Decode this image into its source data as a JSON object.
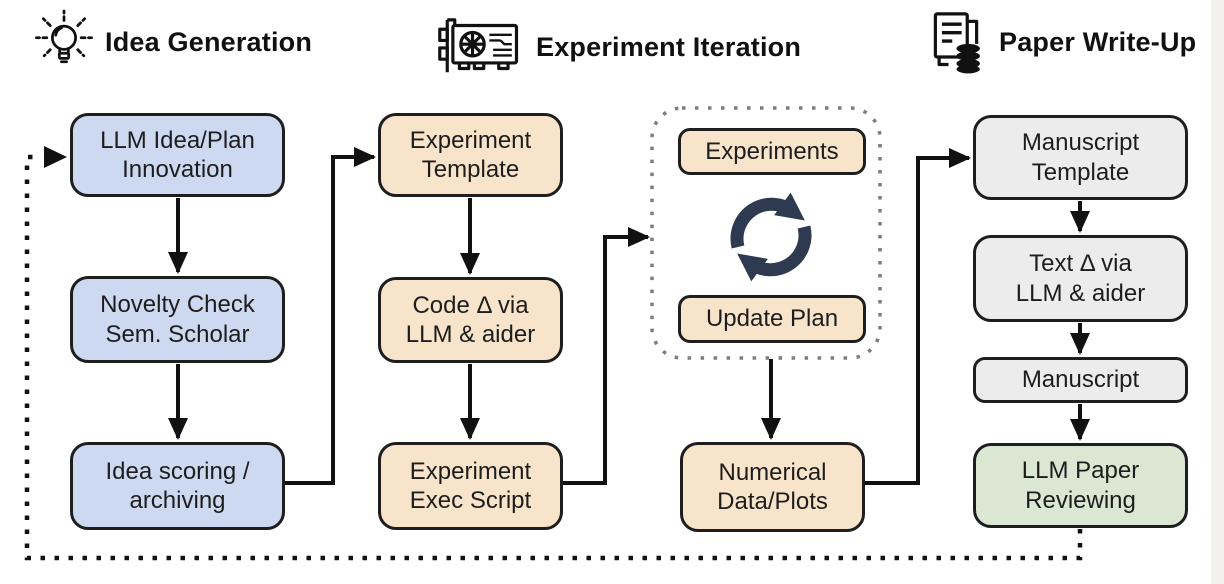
{
  "sections": [
    {
      "label": "Idea Generation",
      "icon": "lightbulb-icon"
    },
    {
      "label": "Experiment Iteration",
      "icon": "gpu-icon"
    },
    {
      "label": "Paper Write-Up",
      "icon": "paper-database-icon"
    }
  ],
  "nodes": {
    "llm_idea": {
      "label": "LLM Idea/Plan\nInnovation"
    },
    "novelty_check": {
      "label": "Novelty Check\nSem. Scholar"
    },
    "idea_scoring": {
      "label": "Idea scoring /\narchiving"
    },
    "exp_template": {
      "label": "Experiment\nTemplate"
    },
    "code_delta": {
      "label": "Code Δ via\nLLM & aider"
    },
    "exp_exec": {
      "label": "Experiment\nExec Script"
    },
    "experiments": {
      "label": "Experiments"
    },
    "update_plan": {
      "label": "Update Plan"
    },
    "numerical_data": {
      "label": "Numerical\nData/Plots"
    },
    "ms_template": {
      "label": "Manuscript\nTemplate"
    },
    "text_delta": {
      "label": "Text Δ via\nLLM & aider"
    },
    "manuscript": {
      "label": "Manuscript"
    },
    "llm_review": {
      "label": "LLM Paper\nReviewing"
    }
  },
  "loop_icon": "cycle-icon",
  "colors": {
    "idea_node_fill": "#cdd9f1",
    "experiment_node_fill": "#f8e4cb",
    "writeup_node_fill": "#ececec",
    "review_node_fill": "#d9e7d3",
    "node_border": "#1e1e1e",
    "arrow": "#111111",
    "cycle_icon": "#2d3a4f",
    "loop_container_border": "#7d7d7d"
  }
}
